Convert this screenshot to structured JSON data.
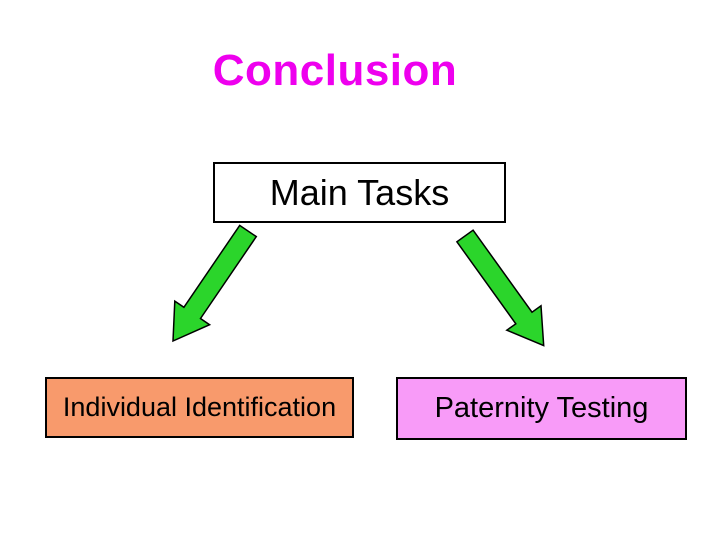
{
  "slide": {
    "title": "Conclusion",
    "main_tasks_label": "Main Tasks",
    "left_task_label": "Individual Identification",
    "right_task_label": "Paternity Testing"
  },
  "colors": {
    "background": "#FFFFFF",
    "title_magenta": "#EE00EE",
    "arrow_green": "#2BD52B",
    "arrow_outline": "#000000",
    "left_task_fill": "#F89A6C",
    "right_task_fill": "#F89BF8",
    "box_border": "#000000",
    "text_black": "#000000"
  },
  "icons": {
    "left_arrow": "arrow-down-left-icon",
    "right_arrow": "arrow-down-right-icon"
  }
}
